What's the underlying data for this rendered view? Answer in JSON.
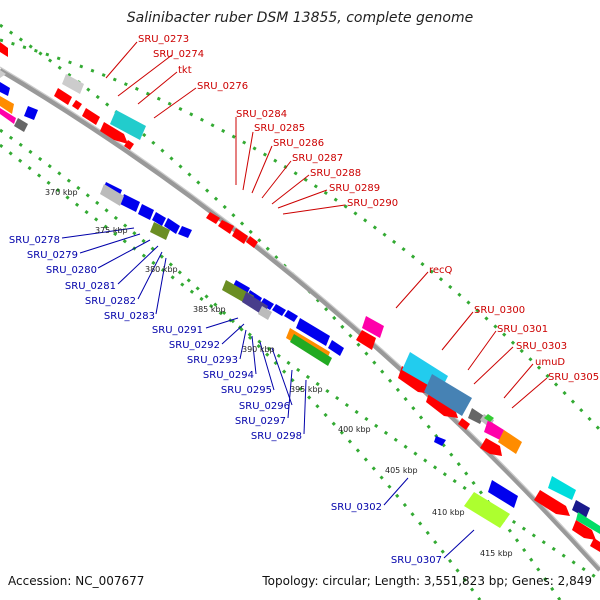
{
  "title": "Salinibacter ruber DSM 13855, complete genome",
  "accession": "Accession: NC_007677",
  "topology": "Topology: circular; Length: 3,551,823 bp; Genes: 2,849",
  "kbp_ticks": [
    "370 kbp",
    "375 kbp",
    "380 kbp",
    "385 kbp",
    "390 kbp",
    "395 kbp",
    "400 kbp",
    "405 kbp",
    "410 kbp",
    "415 kbp"
  ],
  "red_labels": [
    "SRU_0273",
    "SRU_0274",
    "tkt",
    "SRU_0276",
    "SRU_0284",
    "SRU_0285",
    "SRU_0286",
    "SRU_0287",
    "SRU_0288",
    "SRU_0289",
    "SRU_0290",
    "recQ",
    "SRU_0300",
    "SRU_0301",
    "SRU_0303",
    "umuD",
    "SRU_0305"
  ],
  "blue_labels": [
    "SRU_0278",
    "SRU_0279",
    "SRU_0280",
    "SRU_0281",
    "SRU_0282",
    "SRU_0283",
    "SRU_0291",
    "SRU_0292",
    "SRU_0293",
    "SRU_0294",
    "SRU_0295",
    "SRU_0296",
    "SRU_0297",
    "SRU_0298",
    "SRU_0302",
    "SRU_0307"
  ],
  "colors": {
    "forward_gene": "#ff0000",
    "reverse_gene": "#0000ee",
    "forward_label": "#cc0000",
    "reverse_label": "#0000aa",
    "backbone": "#999999",
    "dots": "#33aa33"
  }
}
